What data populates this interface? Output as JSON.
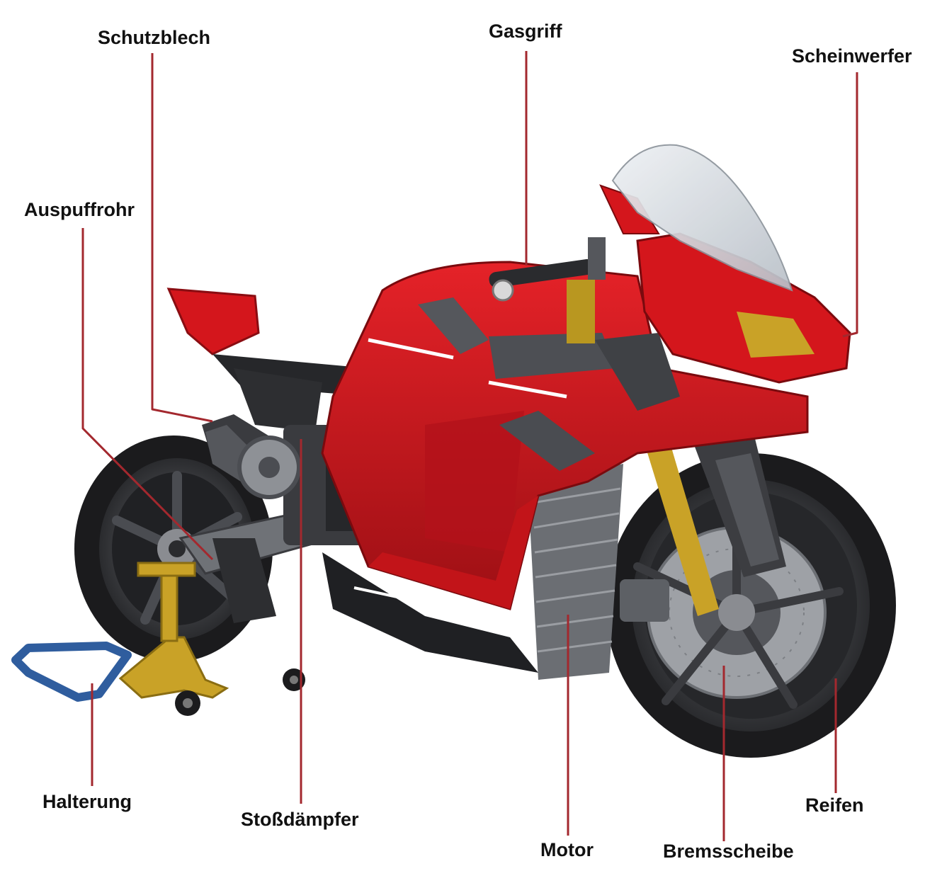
{
  "labels": {
    "schutzblech": "Schutzblech",
    "gasgriff": "Gasgriff",
    "scheinwerfer": "Scheinwerfer",
    "auspuffrohr": "Auspuffrohr",
    "halterung": "Halterung",
    "stossdaempfer": "Stoßdämpfer",
    "motor": "Motor",
    "bremsscheibe": "Bremsscheibe",
    "reifen": "Reifen"
  },
  "colors": {
    "leader_line": "#a3282e",
    "fairing_red": "#d4161c",
    "fairing_dark_red": "#9c0f14",
    "tire_black": "#1b1b1d",
    "stand_gold": "#c9a227",
    "stand_blue": "#2f5d9e"
  }
}
